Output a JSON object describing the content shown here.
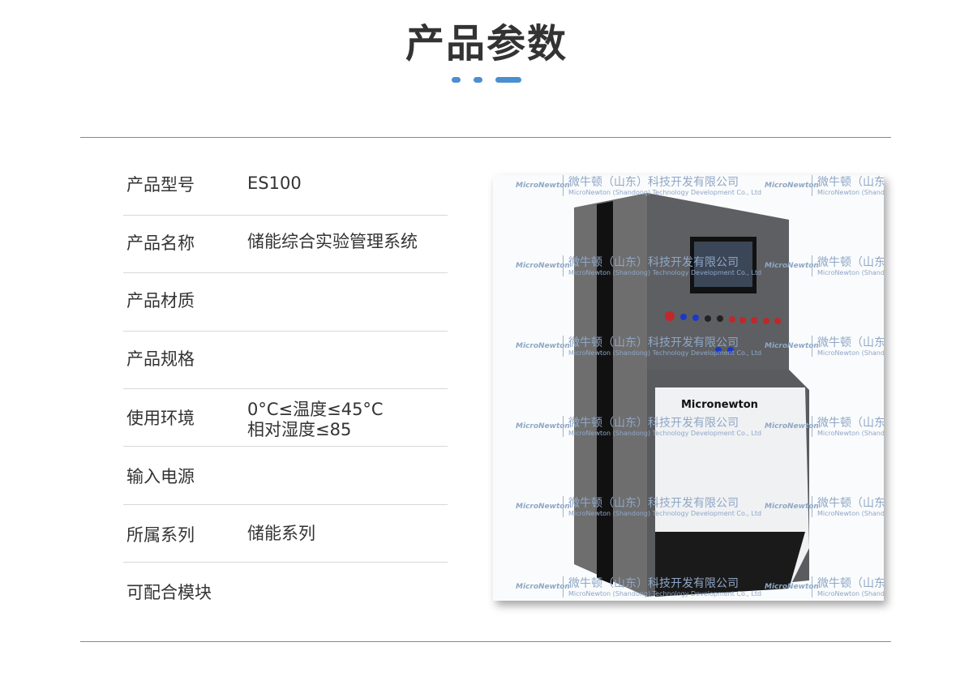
{
  "header": {
    "title": "产品参数"
  },
  "specs": [
    {
      "label": "产品型号",
      "value": "ES100"
    },
    {
      "label": "产品名称",
      "value": "储能综合实验管理系统"
    },
    {
      "label": "产品材质",
      "value": ""
    },
    {
      "label": "产品规格",
      "value": ""
    },
    {
      "label": "使用环境",
      "value": "0°C≤温度≤45°C",
      "value2": "相对湿度≤85"
    },
    {
      "label": "输入电源",
      "value": ""
    },
    {
      "label": "所属系列",
      "value": "储能系列"
    },
    {
      "label": "可配合模块",
      "value": ""
    }
  ],
  "image": {
    "brand": "Micronewton",
    "watermark_logo": "MicroNewton",
    "watermark_cn": "微牛顿（山东）科技开发有限公司",
    "watermark_en": "MicroNewton (Shandong) Technology Development Co., Ltd"
  },
  "colors": {
    "accent": "#4a8fd0"
  }
}
